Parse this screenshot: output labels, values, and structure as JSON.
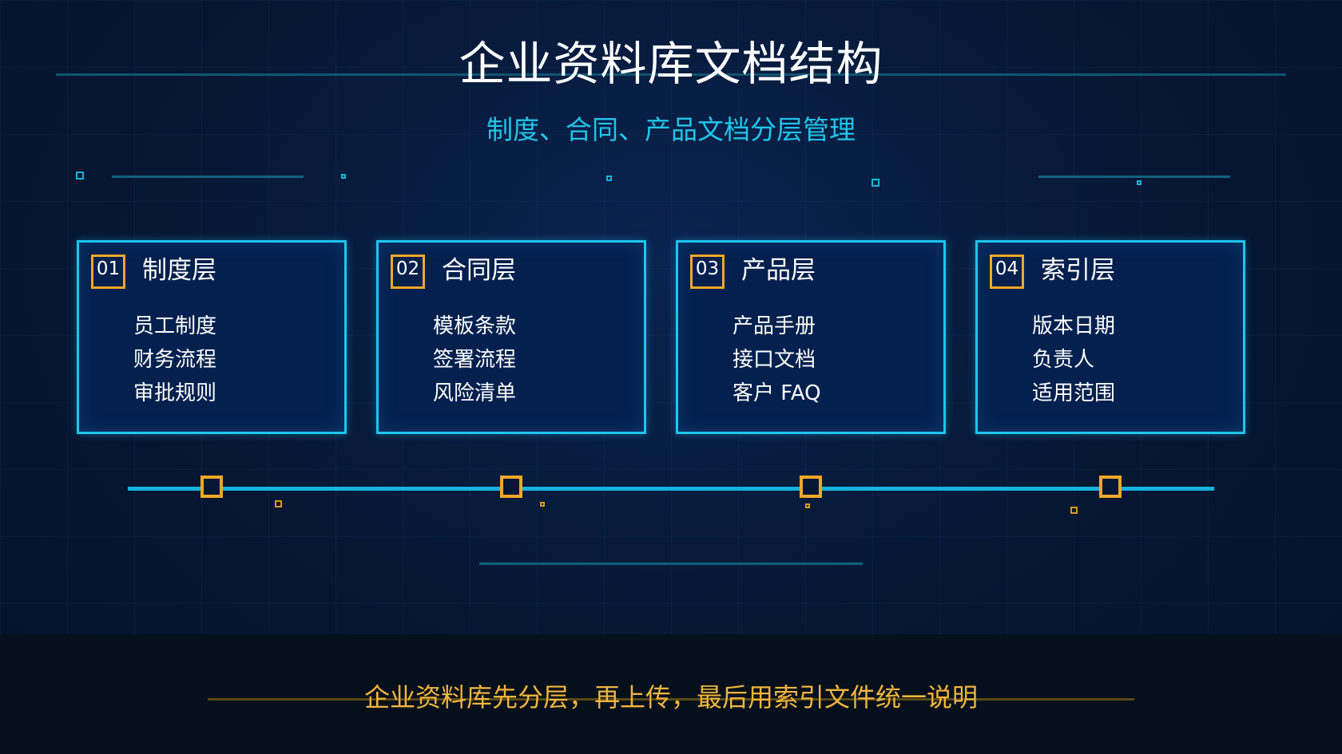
{
  "title": "企业资料库文档结构",
  "subtitle": "制度、合同、产品文档分层管理",
  "cards": [
    {
      "num": "01",
      "title": "制度层",
      "items": [
        "员工制度",
        "财务流程",
        "审批规则"
      ]
    },
    {
      "num": "02",
      "title": "合同层",
      "items": [
        "模板条款",
        "签署流程",
        "风险清单"
      ]
    },
    {
      "num": "03",
      "title": "产品层",
      "items": [
        "产品手册",
        "接口文档",
        "客户 FAQ"
      ]
    },
    {
      "num": "04",
      "title": "索引层",
      "items": [
        "版本日期",
        "负责人",
        "适用范围"
      ]
    }
  ],
  "footer": "企业资料库先分层，再上传，最后用索引文件统一说明",
  "colors": {
    "background": "#061530",
    "accent_cyan": "#1ec6ee",
    "accent_gold": "#f0a826",
    "text_white": "#ffffff"
  }
}
